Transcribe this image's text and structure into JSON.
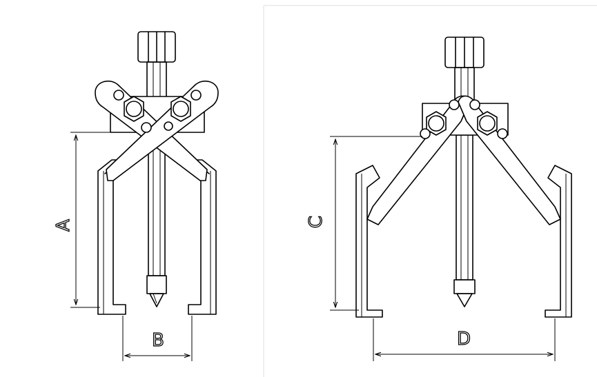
{
  "views": [
    {
      "name": "closed-view",
      "labels": {
        "height": "A",
        "width": "B"
      }
    },
    {
      "name": "open-view",
      "labels": {
        "height": "C",
        "width": "D"
      }
    }
  ],
  "colors": {
    "line": "#000000",
    "background": "#ffffff",
    "divider": "#e8e8e8"
  }
}
